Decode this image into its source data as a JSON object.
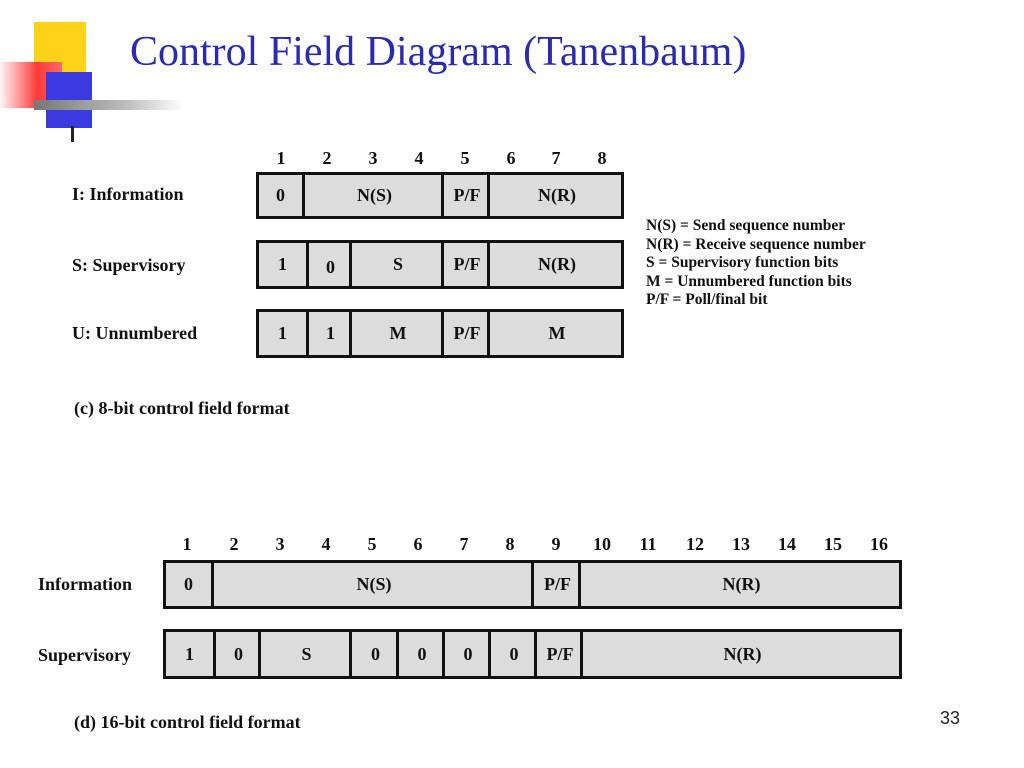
{
  "slide": {
    "title": "Control Field Diagram (Tanenbaum)",
    "page_number": "33",
    "colors": {
      "title": "#2b2bb0",
      "field_fill": "#dcdcdc",
      "logo_yellow": "#ffd21a",
      "logo_red": "#ff3a3a",
      "logo_blue": "#3a3ae0"
    }
  },
  "diagram8": {
    "bit_numbers": [
      "1",
      "2",
      "3",
      "4",
      "5",
      "6",
      "7",
      "8"
    ],
    "rows": [
      {
        "label": "I: Information",
        "fields": [
          "0",
          "N(S)",
          "P/F",
          "N(R)"
        ]
      },
      {
        "label": "S: Supervisory",
        "fields": [
          "1",
          "0",
          "S",
          "P/F",
          "N(R)"
        ]
      },
      {
        "label": "U: Unnumbered",
        "fields": [
          "1",
          "1",
          "M",
          "P/F",
          "M"
        ]
      }
    ],
    "caption": "(c) 8-bit control field format"
  },
  "legend": [
    "N(S) = Send sequence number",
    "N(R) = Receive sequence number",
    "S = Supervisory function bits",
    "M = Unnumbered function bits",
    "P/F = Poll/final bit"
  ],
  "diagram16": {
    "bit_numbers": [
      "1",
      "2",
      "3",
      "4",
      "5",
      "6",
      "7",
      "8",
      "9",
      "10",
      "11",
      "12",
      "13",
      "14",
      "15",
      "16"
    ],
    "rows": [
      {
        "label": "Information",
        "fields": [
          "0",
          "N(S)",
          "P/F",
          "N(R)"
        ]
      },
      {
        "label": "Supervisory",
        "fields": [
          "1",
          "0",
          "S",
          "0",
          "0",
          "0",
          "0",
          "P/F",
          "N(R)"
        ]
      }
    ],
    "caption": "(d) 16-bit control field format"
  }
}
